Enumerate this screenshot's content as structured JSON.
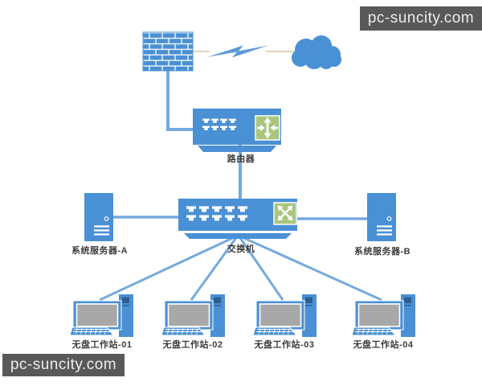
{
  "watermarks": {
    "top_right": "pc-suncity.com",
    "bottom_left": "pc-suncity.com"
  },
  "diagram": {
    "type": "network-topology",
    "nodes": {
      "internet": {
        "icon": "cloud-icon"
      },
      "wan_link": {
        "icon": "lightning-bolt-icon"
      },
      "firewall": {
        "icon": "firewall-brick-wall-icon"
      },
      "router": {
        "icon": "router-icon",
        "label": "路由器"
      },
      "switch": {
        "icon": "switch-icon",
        "label": "交换机"
      },
      "server_a": {
        "icon": "server-tower-icon",
        "label": "系统服务器-A"
      },
      "server_b": {
        "icon": "server-tower-icon",
        "label": "系统服务器-B"
      },
      "workstations": [
        {
          "icon": "desktop-workstation-icon",
          "label": "无盘工作站-01"
        },
        {
          "icon": "desktop-workstation-icon",
          "label": "无盘工作站-02"
        },
        {
          "icon": "desktop-workstation-icon",
          "label": "无盘工作站-03"
        },
        {
          "icon": "desktop-workstation-icon",
          "label": "无盘工作站-04"
        }
      ]
    },
    "colors": {
      "device_blue": "#4a90d5",
      "line_blue": "#75aadd",
      "accent_green": "#a9c57e",
      "screen_gray": "#a8a8a8",
      "watermark_bg": "#595959",
      "watermark_text": "#ededed",
      "link_tan": "#c9bd92",
      "label_text": "#3c3c3c"
    }
  }
}
